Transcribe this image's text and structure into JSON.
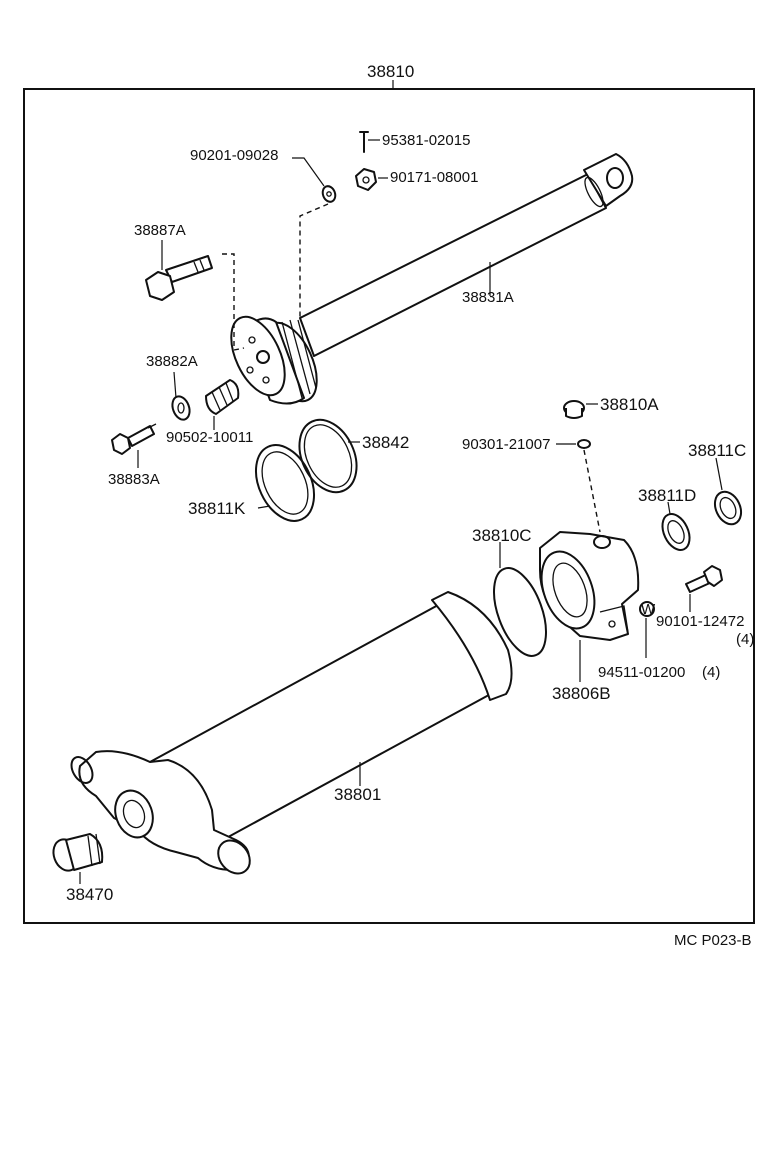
{
  "diagram": {
    "assembly_number": "38810",
    "figure_code": "MC P023-B",
    "parts": [
      {
        "id": "38831A"
      },
      {
        "id": "95381-02015"
      },
      {
        "id": "90201-09028"
      },
      {
        "id": "90171-08001"
      },
      {
        "id": "38887A"
      },
      {
        "id": "38882A"
      },
      {
        "id": "90502-10011"
      },
      {
        "id": "38883A"
      },
      {
        "id": "38842"
      },
      {
        "id": "38811K"
      },
      {
        "id": "38810A"
      },
      {
        "id": "90301-21007"
      },
      {
        "id": "38811C"
      },
      {
        "id": "38811D"
      },
      {
        "id": "38810C"
      },
      {
        "id": "90101-12472",
        "qty": "(4)"
      },
      {
        "id": "94511-01200",
        "qty": "(4)"
      },
      {
        "id": "38806B"
      },
      {
        "id": "38801"
      },
      {
        "id": "38470"
      }
    ]
  }
}
